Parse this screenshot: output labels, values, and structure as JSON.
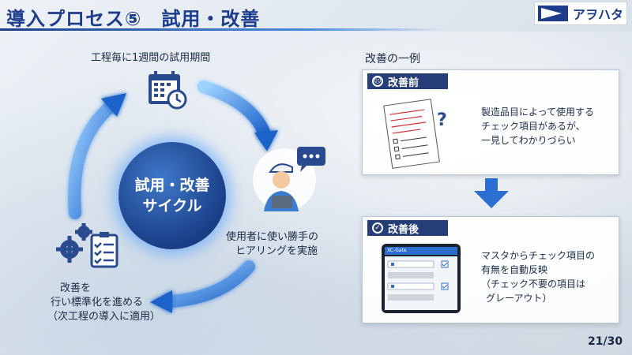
{
  "header": {
    "title": "導入プロセス⑤　試用・改善",
    "logo_text": "アヲハタ"
  },
  "cycle": {
    "top_label": "工程毎に1週間の試用期間",
    "center_line1": "試用・改善",
    "center_line2": "サイクル",
    "right_line1": "使用者に使い勝手の",
    "right_line2": "ヒアリングを実施",
    "left_line1": "改善を",
    "left_line2": "行い標準化を進める",
    "left_line3": "（次工程の導入に適用）"
  },
  "example": {
    "title": "改善の一例",
    "before": {
      "label": "改善前",
      "line1": "製造品目によって使用する",
      "line2": "チェック項目があるが、",
      "line3": "一見してわかりづらい"
    },
    "after": {
      "label": "改善後",
      "line1": "マスタからチェック項目の",
      "line2": "有無を自動反映",
      "line3": "（チェック不要の項目は",
      "line4": "グレーアウト）",
      "app_name": "XC-Gate"
    }
  },
  "page": {
    "number": "21/30"
  },
  "colors": {
    "navy": "#1d3d8c",
    "glow": "#3aa0ff",
    "panel_head": "#263e78"
  }
}
